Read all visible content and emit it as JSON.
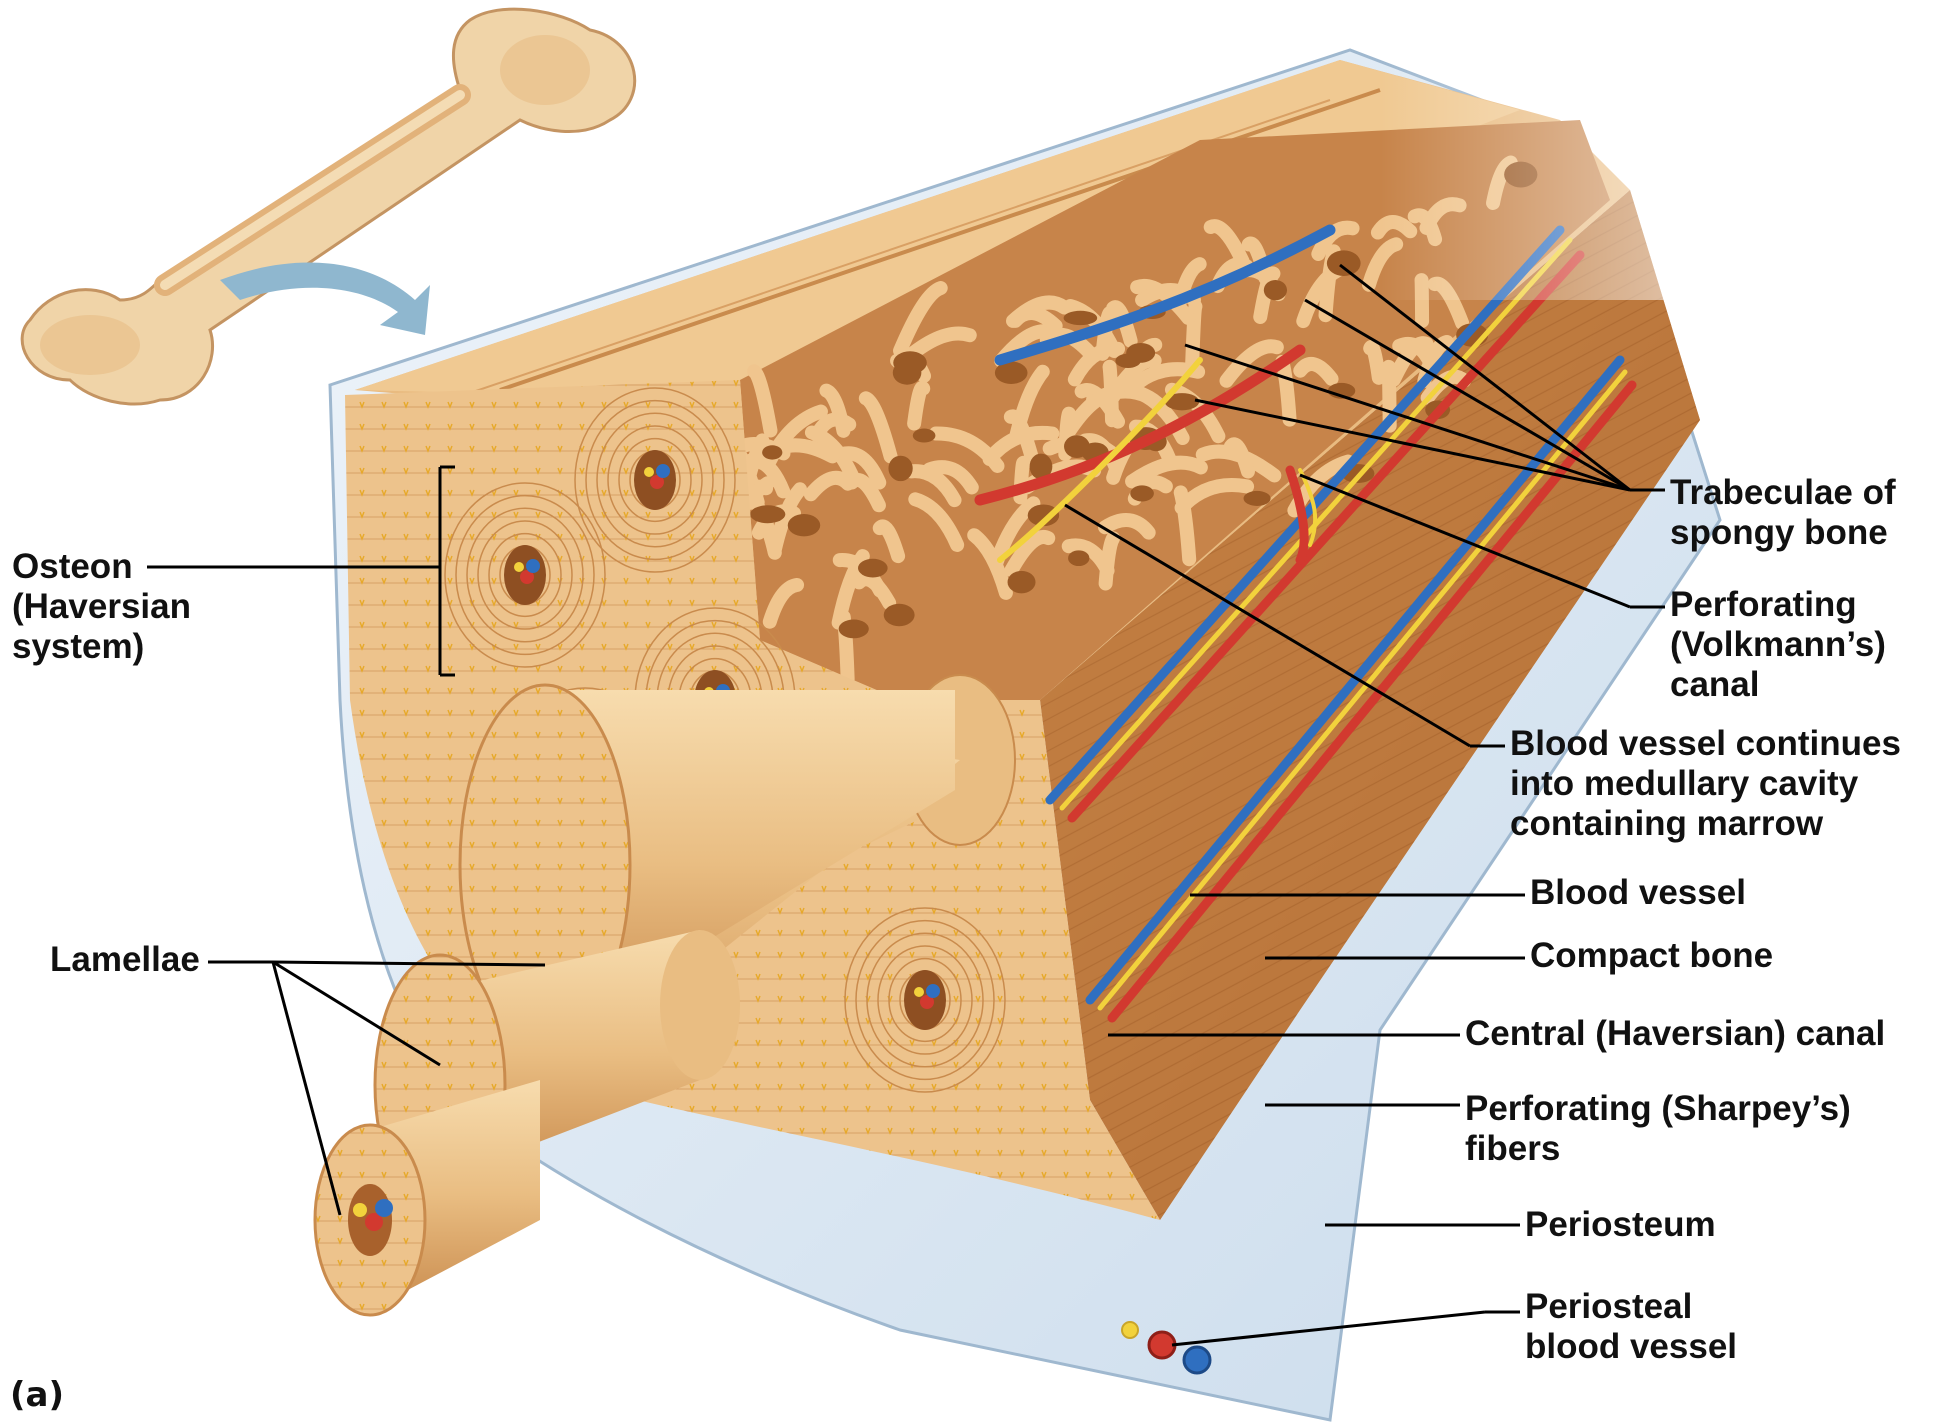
{
  "panel_label": "(a)",
  "labels": {
    "osteon": [
      "Osteon",
      "(Haversian",
      "system)"
    ],
    "lamellae": [
      "Lamellae"
    ],
    "trabeculae": [
      "Trabeculae of",
      "spongy bone"
    ],
    "volkmann": [
      "Perforating",
      "(Volkmann’s)",
      "canal"
    ],
    "blood_vessel_continues": [
      "Blood vessel continues",
      "into medullary cavity",
      "containing marrow"
    ],
    "blood_vessel": [
      "Blood vessel"
    ],
    "compact_bone": [
      "Compact bone"
    ],
    "central_canal": [
      "Central (Haversian) canal"
    ],
    "sharpey": [
      "Perforating (Sharpey’s)",
      "fibers"
    ],
    "periosteum": [
      "Periosteum"
    ],
    "periosteal_vessel": [
      "Periosteal",
      "blood vessel"
    ]
  },
  "colors": {
    "bone_light": "#f2cf9c",
    "bone_mid": "#e3aa6a",
    "bone_dark": "#b8773e",
    "spongy": "#d99a5c",
    "artery": "#d2392f",
    "vein": "#2f6fc0",
    "nerve": "#f2d23c",
    "periosteum": "#dce8f2",
    "leader": "#000000"
  }
}
